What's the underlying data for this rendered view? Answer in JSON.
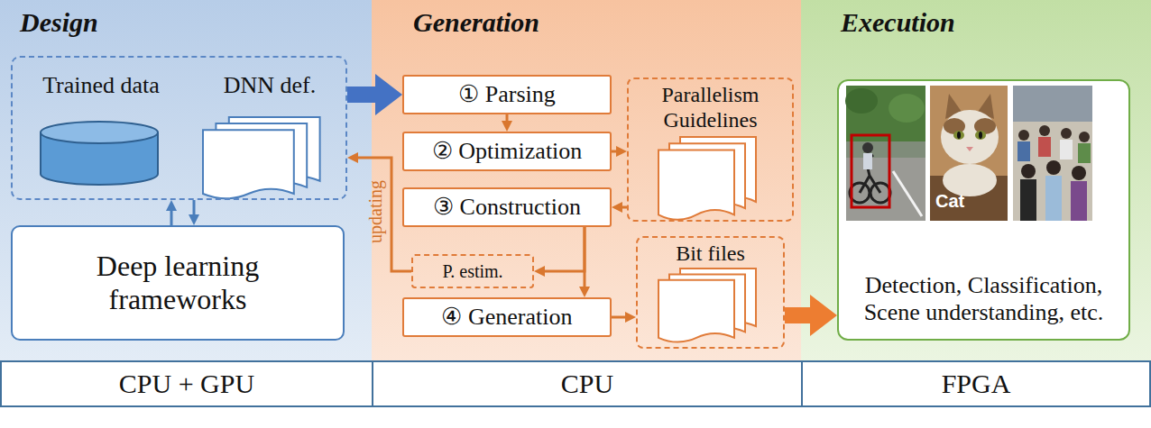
{
  "diagram": {
    "nodes": [
      {
        "text": [
          "Design"
        ]
      },
      {
        "text": [
          "Trained data",
          "DNN def."
        ],
        "in": 0
      },
      {
        "text": [
          "Deep learning frameworks"
        ],
        "in": 0
      },
      {
        "text": [
          "Generation"
        ]
      },
      {
        "text": [
          "① Parsing"
        ],
        "in": 3
      },
      {
        "text": [
          "② Optimization"
        ],
        "in": 3
      },
      {
        "text": [
          "③ Construction"
        ],
        "in": 3
      },
      {
        "text": [
          "P. estim."
        ],
        "in": 3
      },
      {
        "text": [
          "④ Generation"
        ],
        "in": 3
      },
      {
        "text": [
          "Parallelism Guidelines"
        ],
        "in": 3
      },
      {
        "text": [
          "Bit files"
        ],
        "in": 3
      },
      {
        "text": [
          "Execution"
        ]
      },
      {
        "text": [
          "Detection, Classification, Scene understanding, etc."
        ],
        "in": 11
      },
      {
        "text": [
          "CPU + GPU"
        ]
      },
      {
        "text": [
          "CPU"
        ]
      },
      {
        "text": [
          "FPGA"
        ]
      }
    ],
    "edges": [
      {
        "from": 1,
        "to": 4,
        "arrow": "to"
      },
      {
        "from": 2,
        "to": 1,
        "arrow": "to"
      },
      {
        "from": 1,
        "to": 2,
        "arrow": "to"
      },
      {
        "from": 4,
        "to": 5,
        "arrow": "to"
      },
      {
        "from": 5,
        "to": 9,
        "arrow": "to"
      },
      {
        "from": 9,
        "to": 6,
        "arrow": "to"
      },
      {
        "from": 6,
        "to": 7,
        "arrow": "to"
      },
      {
        "from": 7,
        "to": 1,
        "arrow": "to",
        "label": "updating"
      },
      {
        "from": 6,
        "to": 8,
        "arrow": "to"
      },
      {
        "from": 8,
        "to": 10,
        "arrow": "to"
      },
      {
        "from": 10,
        "to": 12,
        "arrow": "to"
      }
    ],
    "labels": [
      "Cat"
    ]
  }
}
